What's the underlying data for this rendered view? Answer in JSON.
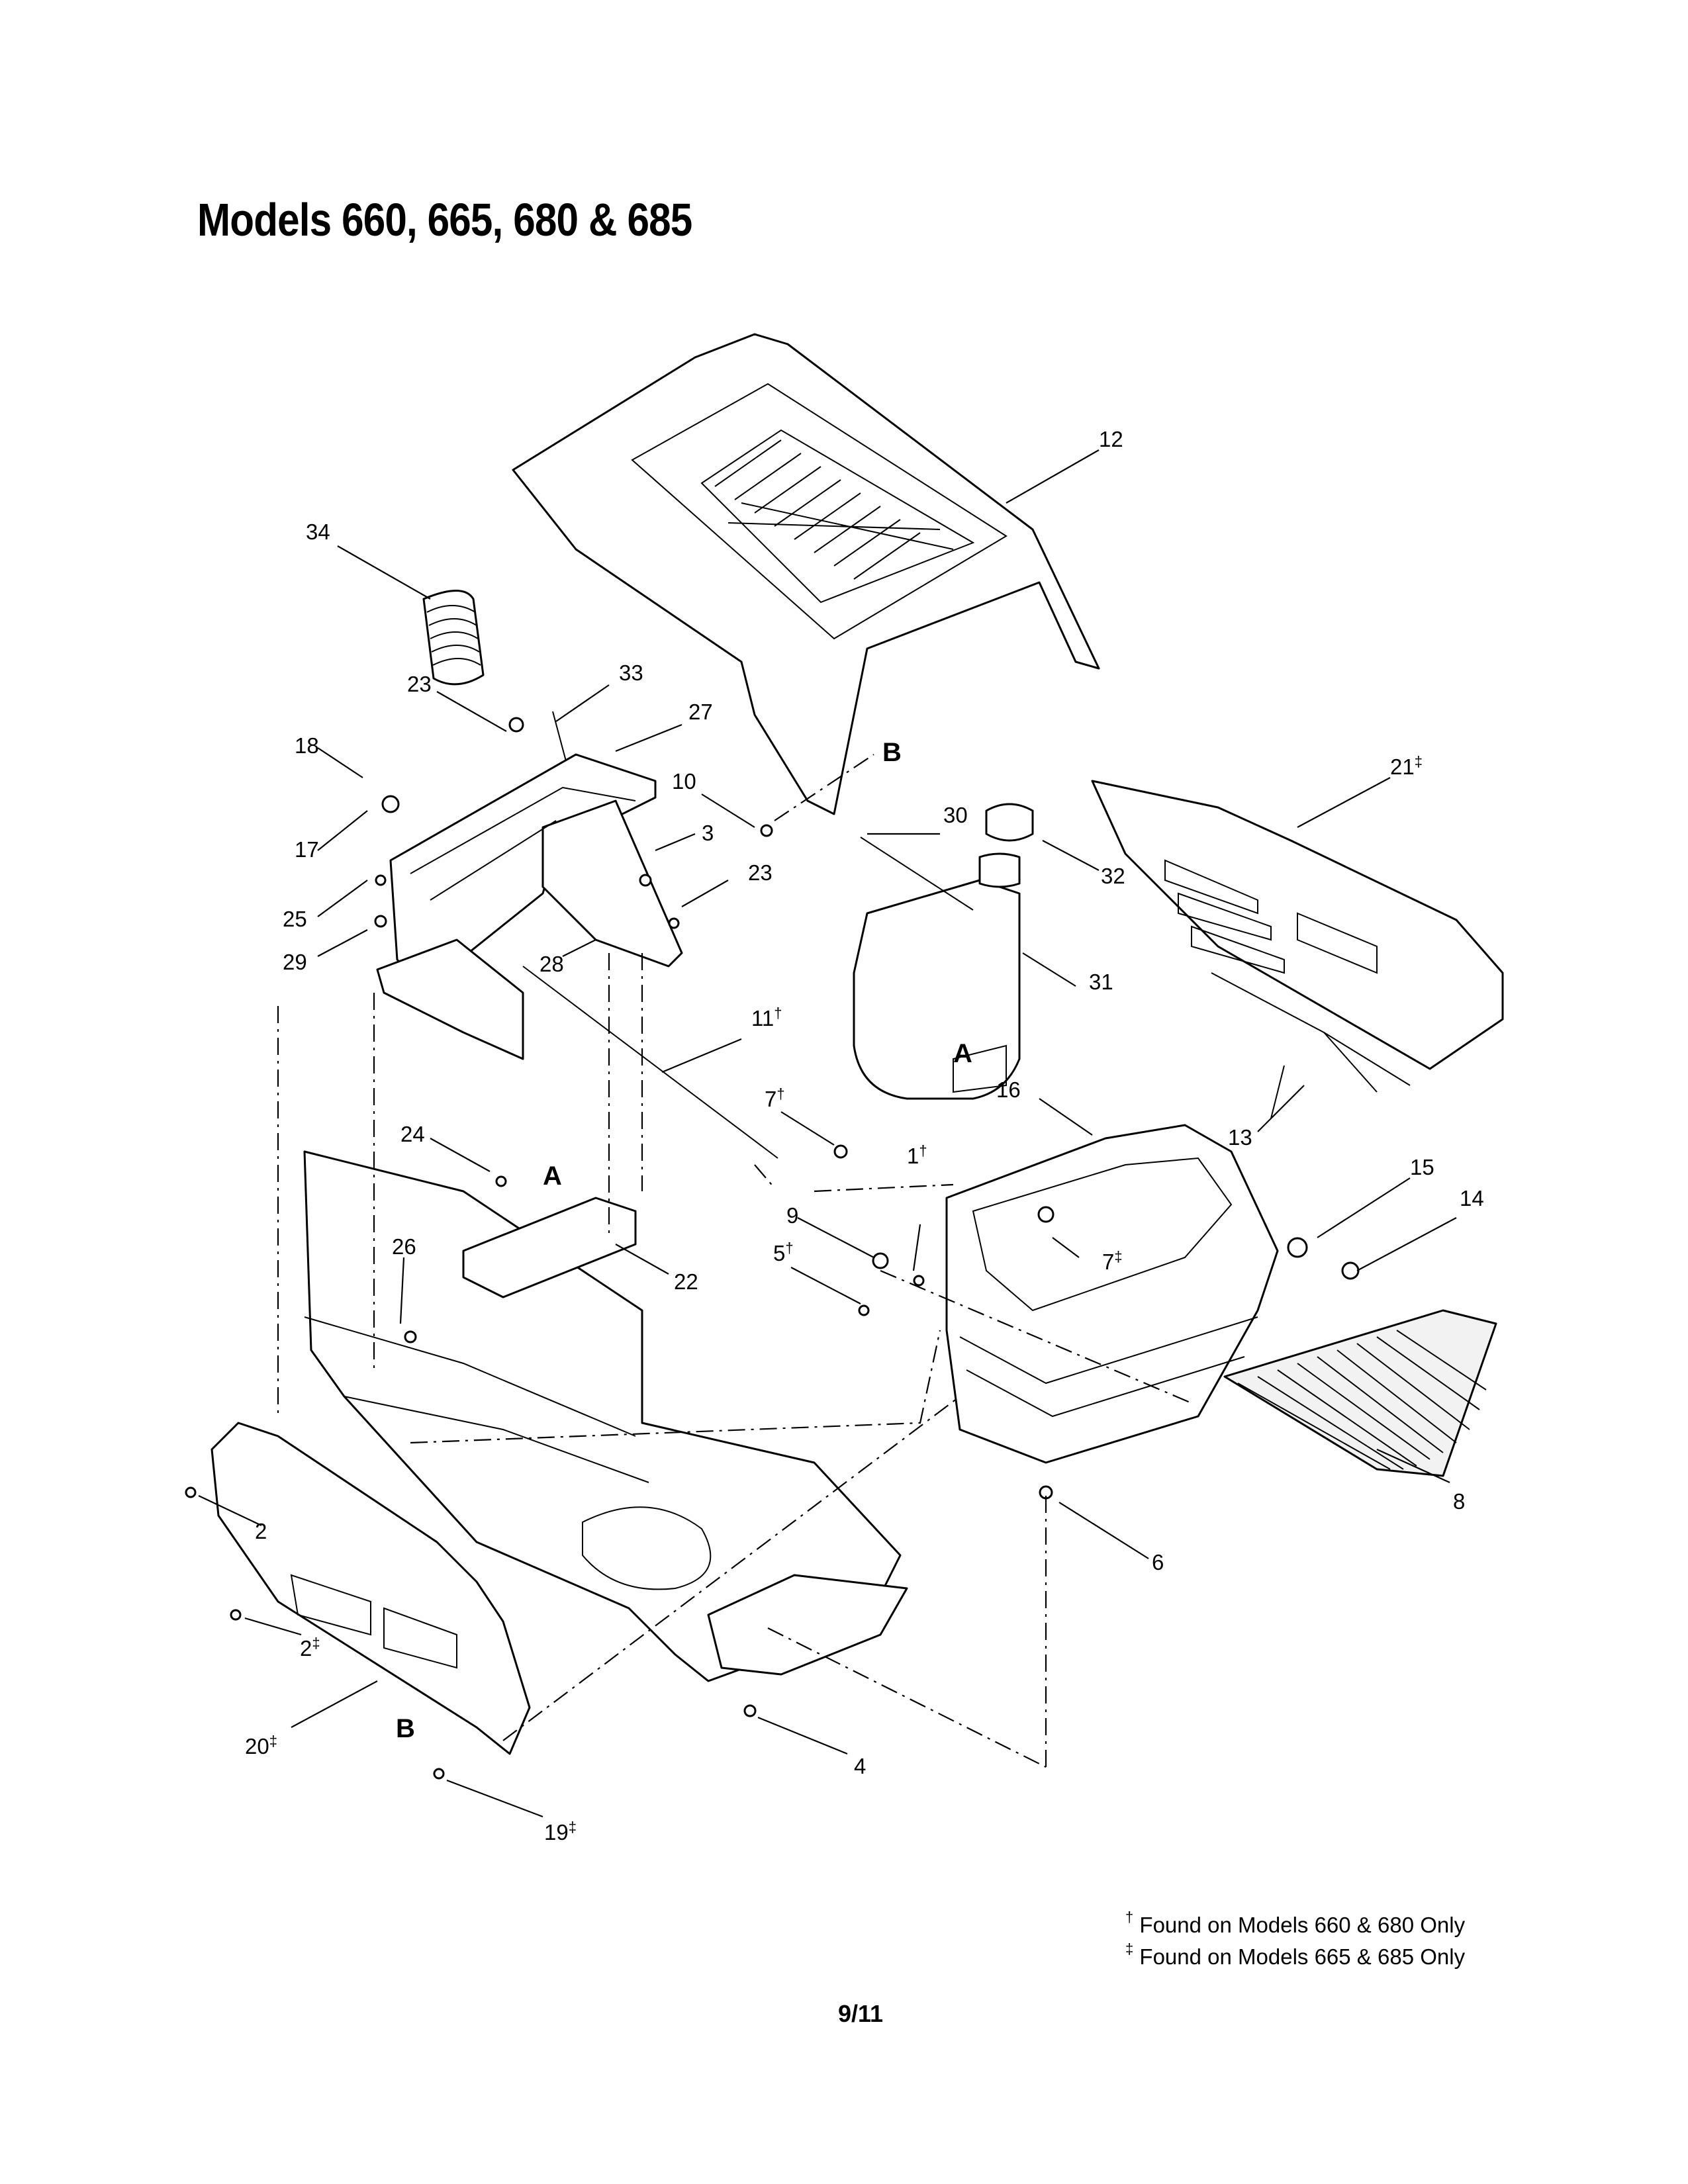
{
  "page": {
    "title": "Models 660, 665, 680 & 685",
    "page_number": "9/11"
  },
  "callouts": [
    {
      "label": "1",
      "mark": "†"
    },
    {
      "label": "2",
      "mark": ""
    },
    {
      "label": "2",
      "mark": "‡"
    },
    {
      "label": "3",
      "mark": ""
    },
    {
      "label": "4",
      "mark": ""
    },
    {
      "label": "5",
      "mark": "†"
    },
    {
      "label": "6",
      "mark": ""
    },
    {
      "label": "7",
      "mark": "†"
    },
    {
      "label": "7",
      "mark": "‡"
    },
    {
      "label": "8",
      "mark": ""
    },
    {
      "label": "9",
      "mark": ""
    },
    {
      "label": "10",
      "mark": ""
    },
    {
      "label": "11",
      "mark": "†"
    },
    {
      "label": "12",
      "mark": ""
    },
    {
      "label": "13",
      "mark": ""
    },
    {
      "label": "14",
      "mark": ""
    },
    {
      "label": "15",
      "mark": ""
    },
    {
      "label": "16",
      "mark": ""
    },
    {
      "label": "17",
      "mark": ""
    },
    {
      "label": "18",
      "mark": ""
    },
    {
      "label": "19",
      "mark": "‡"
    },
    {
      "label": "20",
      "mark": "‡"
    },
    {
      "label": "21",
      "mark": "‡"
    },
    {
      "label": "22",
      "mark": ""
    },
    {
      "label": "23",
      "mark": ""
    },
    {
      "label": "23",
      "mark": ""
    },
    {
      "label": "24",
      "mark": ""
    },
    {
      "label": "25",
      "mark": ""
    },
    {
      "label": "26",
      "mark": ""
    },
    {
      "label": "27",
      "mark": ""
    },
    {
      "label": "28",
      "mark": ""
    },
    {
      "label": "29",
      "mark": ""
    },
    {
      "label": "30",
      "mark": ""
    },
    {
      "label": "31",
      "mark": ""
    },
    {
      "label": "32",
      "mark": ""
    },
    {
      "label": "33",
      "mark": ""
    },
    {
      "label": "34",
      "mark": ""
    }
  ],
  "reference_marks": [
    "A",
    "A",
    "B",
    "B"
  ],
  "footnotes": [
    {
      "symbol": "†",
      "text": "Found on Models 660 & 680 Only"
    },
    {
      "symbol": "‡",
      "text": "Found on Models 665 & 685 Only"
    }
  ]
}
